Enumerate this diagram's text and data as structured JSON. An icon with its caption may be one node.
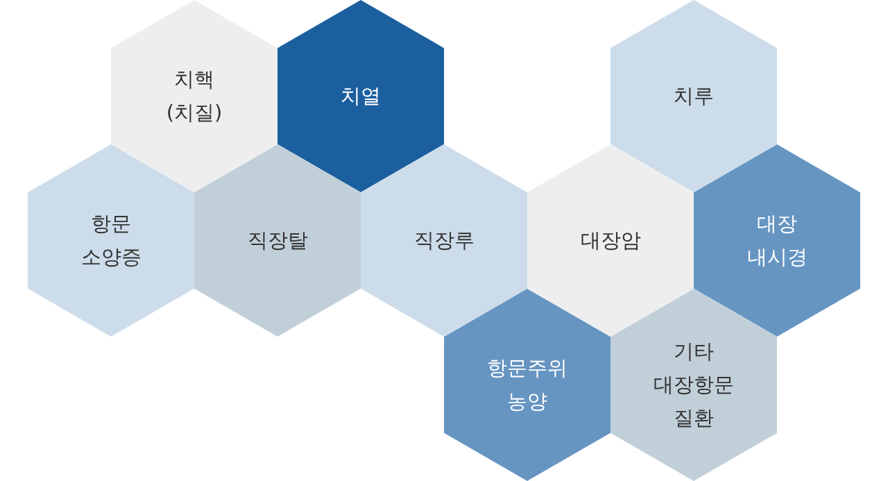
{
  "diagram": {
    "nodes": [
      {
        "text": [
          "치핵 (치질)"
        ]
      },
      {
        "text": [
          "치열"
        ]
      },
      {
        "text": [
          "치루"
        ]
      },
      {
        "text": [
          "항문 소양증"
        ]
      },
      {
        "text": [
          "직장탈"
        ]
      },
      {
        "text": [
          "직장루"
        ]
      },
      {
        "text": [
          "대장암"
        ]
      },
      {
        "text": [
          "대장 내시경"
        ]
      },
      {
        "text": [
          "항문주위 농양"
        ]
      },
      {
        "text": [
          "기타 대장항문 질환"
        ]
      }
    ]
  }
}
